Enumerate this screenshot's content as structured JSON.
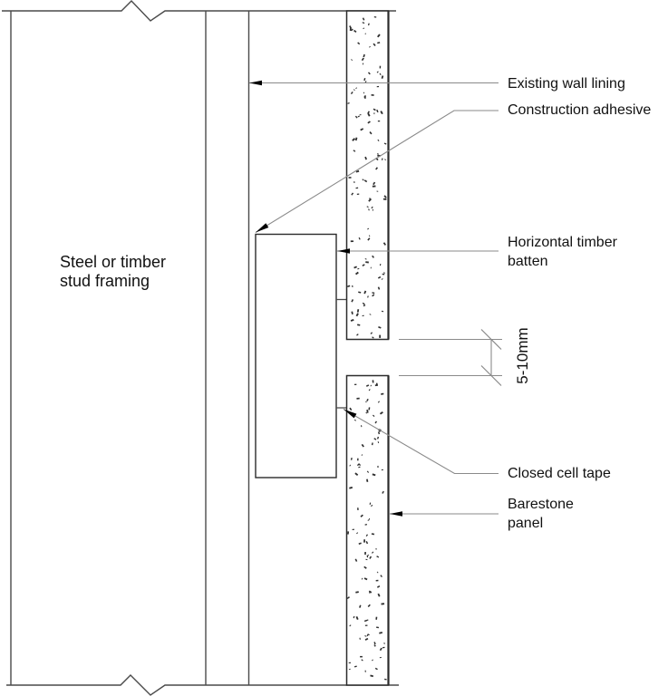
{
  "drawing": {
    "type": "wall-section-detail",
    "labels": {
      "stud_framing_line1": "Steel or timber",
      "stud_framing_line2": "stud framing",
      "existing_wall_lining": "Existing wall lining",
      "construction_adhesive": "Construction adhesive",
      "horizontal_timber_batten_line1": "Horizontal timber",
      "horizontal_timber_batten_line2": "batten",
      "joint_dimension": "5-10mm",
      "closed_cell_tape": "Closed cell tape",
      "barestone_panel_line1": "Barestone",
      "barestone_panel_line2": "panel"
    },
    "colors": {
      "drawing_line": "#4a4a4a",
      "part_outline": "#2b2b2b",
      "leader_line": "#8a8a8a",
      "text": "#111111",
      "background": "#ffffff"
    }
  }
}
